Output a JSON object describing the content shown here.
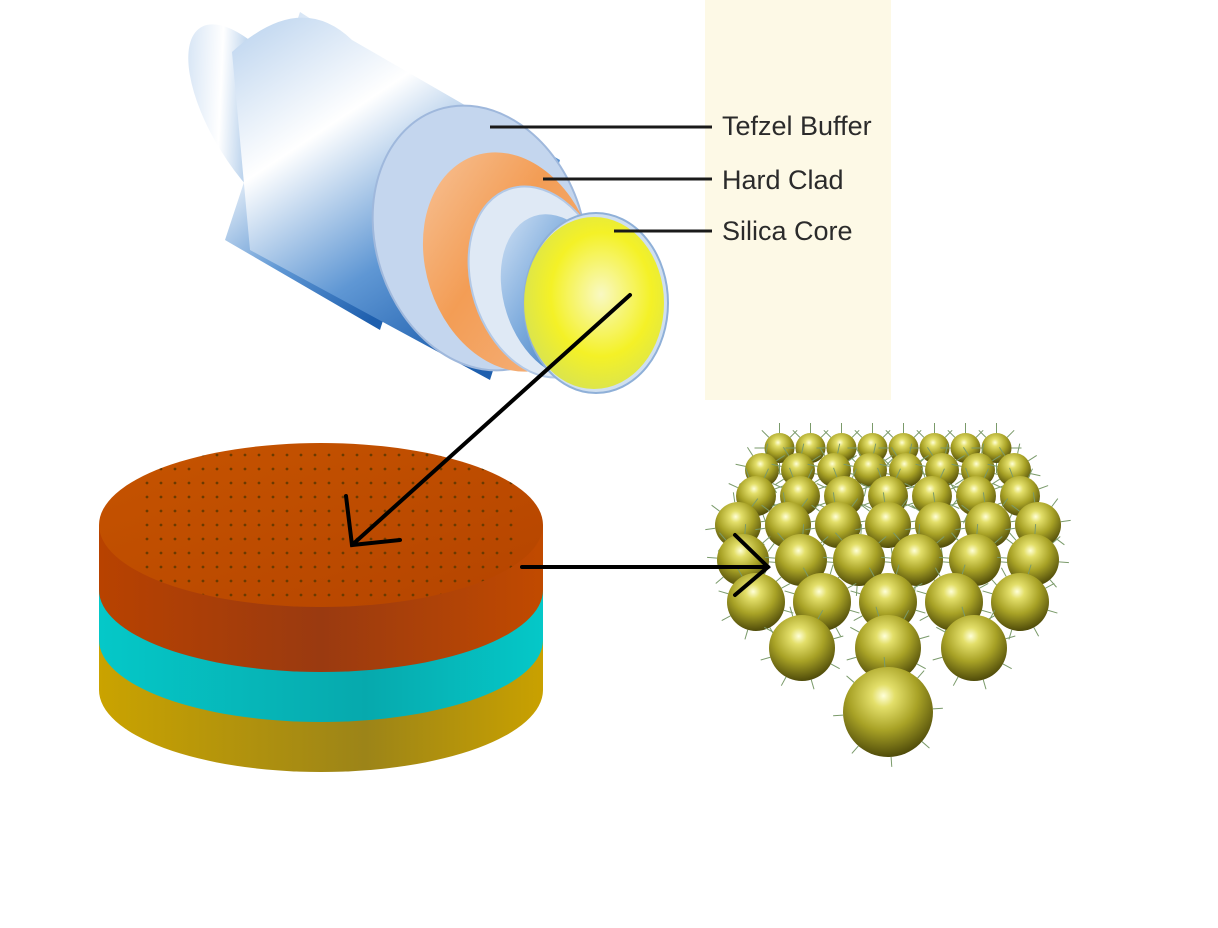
{
  "fiber_labels": {
    "buffer": "Tefzel Buffer",
    "clad": "Hard Clad",
    "core": "Silica Core"
  },
  "colors": {
    "label_panel": "#fdf9e6",
    "buffer_blue": "#2f6fb8",
    "clad_orange": "#f4a15c",
    "core_yellow": "#f6f21c",
    "disk_top": "#c14a00",
    "disk_cyan": "#05c8c8",
    "disk_gold": "#b8940a",
    "sphere": "#a8a226",
    "arrow": "#000000"
  }
}
